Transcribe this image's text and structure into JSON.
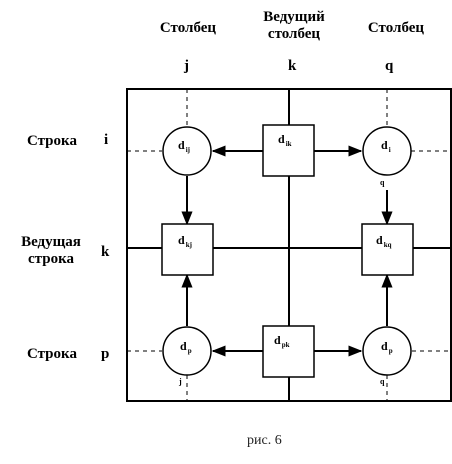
{
  "columns": {
    "j_header": "Столбец",
    "k_header": "Ведущий столбец",
    "q_header": "Столбец",
    "j": "j",
    "k": "k",
    "q": "q"
  },
  "rows": {
    "i_label": "Строка",
    "k_label": "Ведущая строка",
    "p_label": "Строка",
    "i": "i",
    "k": "k",
    "p": "p"
  },
  "nodes": {
    "d_ij": {
      "base": "d",
      "sub": "ij"
    },
    "d_ik": {
      "base": "d",
      "sub": "ik"
    },
    "d_iq": {
      "base": "d",
      "sub": "i",
      "below": "q"
    },
    "d_kj": {
      "base": "d",
      "sub": "kj"
    },
    "d_kq": {
      "base": "d",
      "sub": "kq"
    },
    "d_pj": {
      "base": "d",
      "sub": "p",
      "below": "j"
    },
    "d_pk": {
      "base": "d",
      "sub": "pk"
    },
    "d_pq": {
      "base": "d",
      "sub": "p",
      "below": "q"
    }
  },
  "caption": "рис. 6"
}
